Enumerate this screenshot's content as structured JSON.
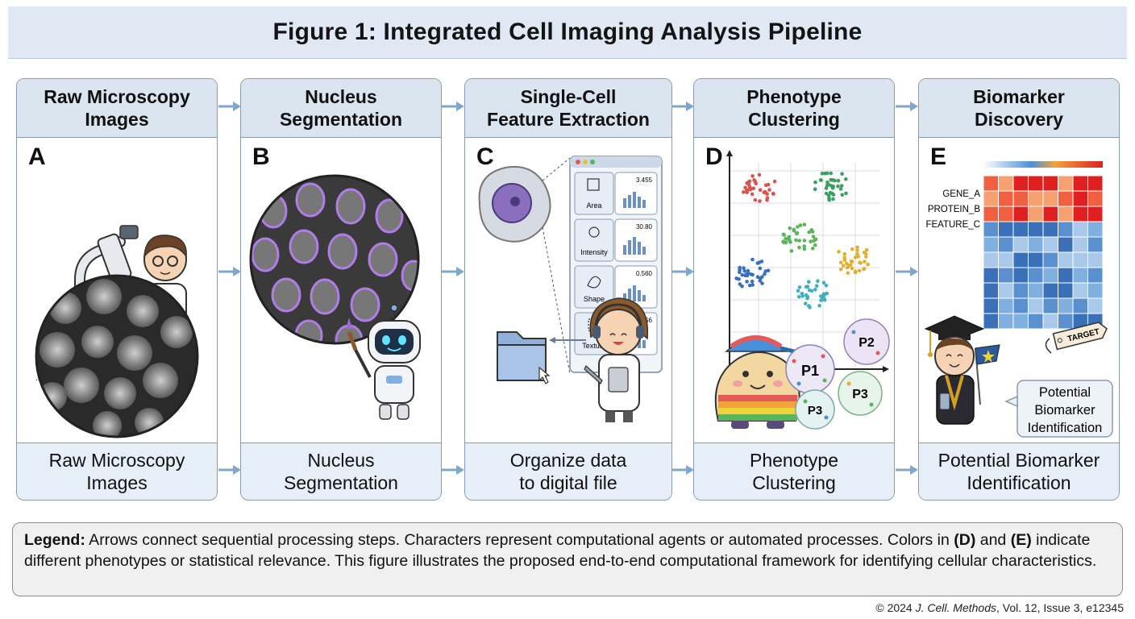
{
  "title": "Figure 1: Integrated Cell Imaging Analysis Pipeline",
  "panels": [
    {
      "letter": "A",
      "head": [
        "Raw Microscopy",
        "Images"
      ],
      "foot": [
        "Raw Microscopy",
        "Images"
      ]
    },
    {
      "letter": "B",
      "head": [
        "Nucleus",
        "Segmentation"
      ],
      "foot": [
        "Nucleus",
        "Segmentation"
      ]
    },
    {
      "letter": "C",
      "head": [
        "Single-Cell",
        "Feature Extraction"
      ],
      "foot": [
        "Organize data",
        "to digital file"
      ]
    },
    {
      "letter": "D",
      "head": [
        "Phenotype",
        "Clustering"
      ],
      "foot": [
        "Phenotype",
        "Clustering"
      ]
    },
    {
      "letter": "E",
      "head": [
        "Biomarker",
        "Discovery"
      ],
      "foot": [
        "Potential Biomarker",
        "Identification"
      ]
    }
  ],
  "features": [
    {
      "label": "Area",
      "value": "3.455"
    },
    {
      "label": "Intensity",
      "value": "30.80"
    },
    {
      "label": "Shape",
      "value": "0.560"
    },
    {
      "label": "Texture",
      "value": "5.356"
    }
  ],
  "clusters": [
    "P1",
    "P2",
    "P3",
    "P3"
  ],
  "heatmap_rows": [
    "GENE_A",
    "PROTEIN_B",
    "FEATURE_C"
  ],
  "target_tag": "TARGET",
  "speech_bubble": [
    "Potential",
    "Biomarker",
    "Identification"
  ],
  "legend": {
    "lead": "Legend:",
    "text1": " Arrows connect sequential processing steps. Characters represent computational agents or automated processes. Colors in ",
    "d": "(D)",
    "text2": " and ",
    "e": "(E)",
    "text3": " indicate different phenotypes or statistical relevance. This figure illustrates the proposed end-to-end computational framework for identifying cellular characteristics."
  },
  "copyright": {
    "prefix": "© 2024 ",
    "journal": "J. Cell. Methods",
    "suffix": ", Vol. 12, Issue 3, e12345"
  },
  "colors": {
    "accent": "#7fa6cc",
    "header_bg": "#dbe5f0",
    "title_bg": "#dfe8f3"
  }
}
